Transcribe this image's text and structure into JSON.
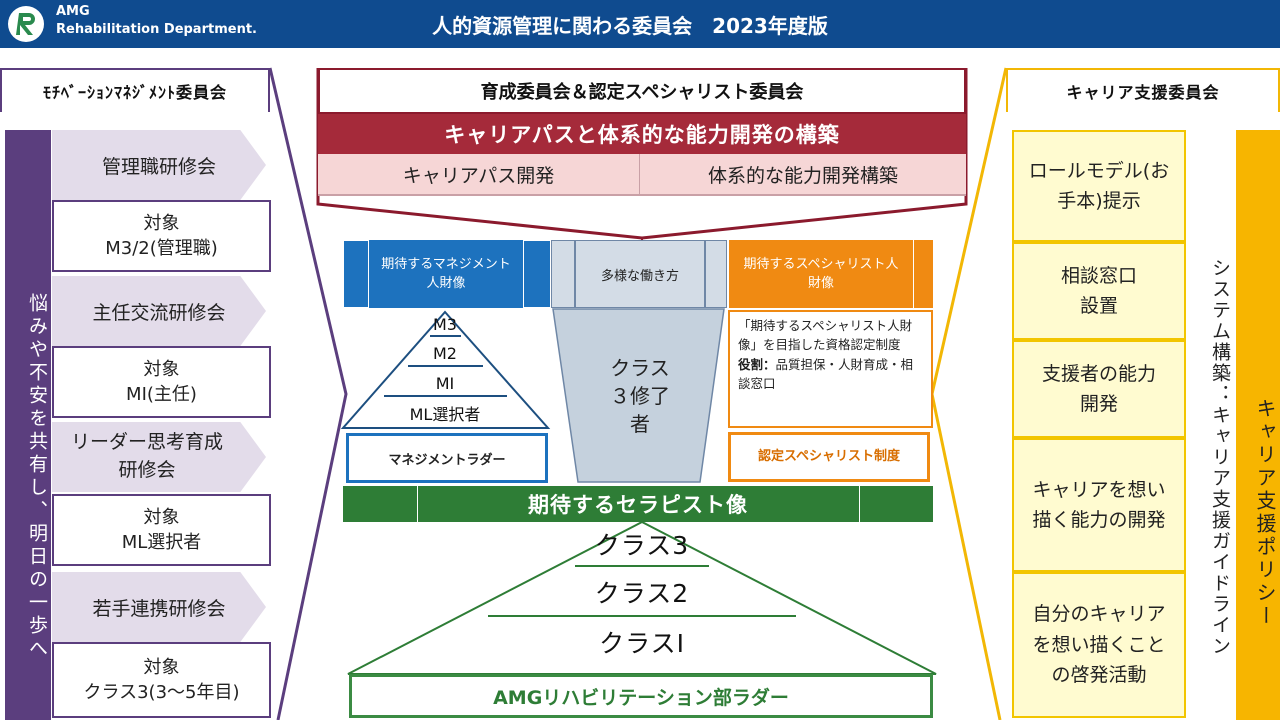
{
  "header": {
    "org_line1": "AMG",
    "org_line2": "Rehabilitation Department.",
    "title": "人的資源管理に関わる委員会　2023年度版",
    "logo": "amg-r-logo"
  },
  "left": {
    "committee": "ﾓﾁﾍﾞｰｼｮﾝﾏﾈｼﾞﾒﾝﾄ委員会",
    "vertical_text": "悩みや不安を共有し、明日の一歩へ",
    "trainings": [
      {
        "name": "管理職研修会",
        "target_label": "対象",
        "target": "M3/2(管理職)"
      },
      {
        "name": "主任交流研修会",
        "target_label": "対象",
        "target": "MⅠ(主任)"
      },
      {
        "name": "リーダー思考育成研修会",
        "target_label": "対象",
        "target": "ML選択者"
      },
      {
        "name": "若手連携研修会",
        "target_label": "対象",
        "target": "クラス3(3～5年目)"
      }
    ]
  },
  "center": {
    "committee": "育成委員会＆認定スペシャリスト委員会",
    "banner": "キャリアパスと体系的な能力開発の構築",
    "sub_left": "キャリアパス開発",
    "sub_right": "体系的な能力開発構築",
    "mgmt_tile": "期待するマネジメント人財像",
    "diverse_tile": "多様な働き方",
    "spec_tile": "期待するスペシャリスト人財像",
    "mgmt_levels": [
      "M3",
      "M2",
      "MⅠ",
      "ML選択者"
    ],
    "mgmt_ladder": "マネジメントラダー",
    "funnel_text": "クラス３修了者",
    "spec_desc_text": "「期待するスペシャリスト人財像」を目指した資格認定制度",
    "spec_role_label": "役割：",
    "spec_role_text": "品質担保・人財育成・相談窓口",
    "spec_system": "認定スペシャリスト制度",
    "therapist": "期待するセラピスト像",
    "classes": [
      "クラス3",
      "クラス2",
      "クラスⅠ"
    ],
    "amg_ladder": "AMGリハビリテーション部ラダー"
  },
  "right": {
    "committee": "キャリア支援委員会",
    "items": [
      "ロールモデル(お手本)提示",
      "相談窓口設置",
      "支援者の能力開発",
      "キャリアを想い描く能力の開発",
      "自分のキャリアを想い描くことの啓発活動"
    ],
    "system_text": "システム構築：キャリア支援ガイドライン",
    "policy_text": "キャリア支援ポリシー"
  },
  "colors": {
    "header": "#0f4b8f",
    "purple": "#5b3e7e",
    "crimson": "#a52a3a",
    "blue": "#1d72be",
    "orange": "#f08a12",
    "green": "#2e7d36",
    "yellow": "#f7b500"
  }
}
